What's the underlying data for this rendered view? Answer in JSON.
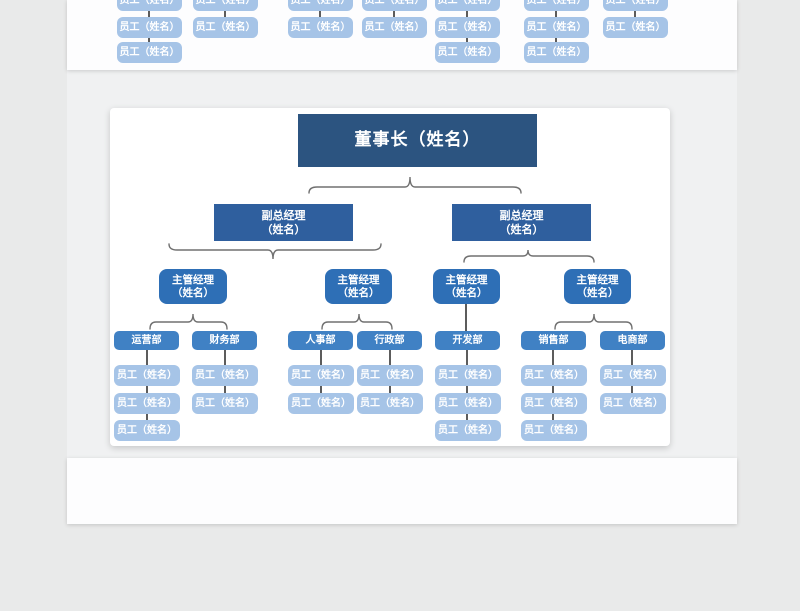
{
  "org_chart": {
    "chairman_label": "董事长（姓名）",
    "vp_label": [
      "副总经理",
      "（姓名）"
    ],
    "manager_label": [
      "主管经理",
      "（姓名）"
    ],
    "employee_label": "员工（姓名）",
    "departments": [
      {
        "name": "运营部",
        "employee_count": 3
      },
      {
        "name": "财务部",
        "employee_count": 2
      },
      {
        "name": "人事部",
        "employee_count": 2
      },
      {
        "name": "行政部",
        "employee_count": 2
      },
      {
        "name": "开发部",
        "employee_count": 3
      },
      {
        "name": "销售部",
        "employee_count": 3
      },
      {
        "name": "电商部",
        "employee_count": 2
      }
    ],
    "structure": {
      "vice_gm_count": 2,
      "manager_count": 4,
      "managers_per_vice_gm": [
        2,
        2
      ],
      "departments_per_manager": [
        [
          "运营部",
          "财务部"
        ],
        [
          "人事部",
          "行政部"
        ],
        [
          "开发部"
        ],
        [
          "销售部",
          "电商部"
        ]
      ]
    },
    "top_cutoff_sheet": {
      "employee_label": "员工（姓名）",
      "columns": 7,
      "visible_boxes_per_column": [
        3,
        2,
        2,
        2,
        3,
        3,
        2
      ]
    },
    "colors": {
      "chairman_bg": "#2c5480",
      "vice_gm_bg": "#2f5f9e",
      "manager_bg": "#2e6fb6",
      "department_bg": "#4081c4",
      "employee_bg": "#a6c4e7",
      "connector": "#5c5c5c",
      "page_bg": "#f0f1f2",
      "outer_bg": "#e9eaea"
    }
  }
}
